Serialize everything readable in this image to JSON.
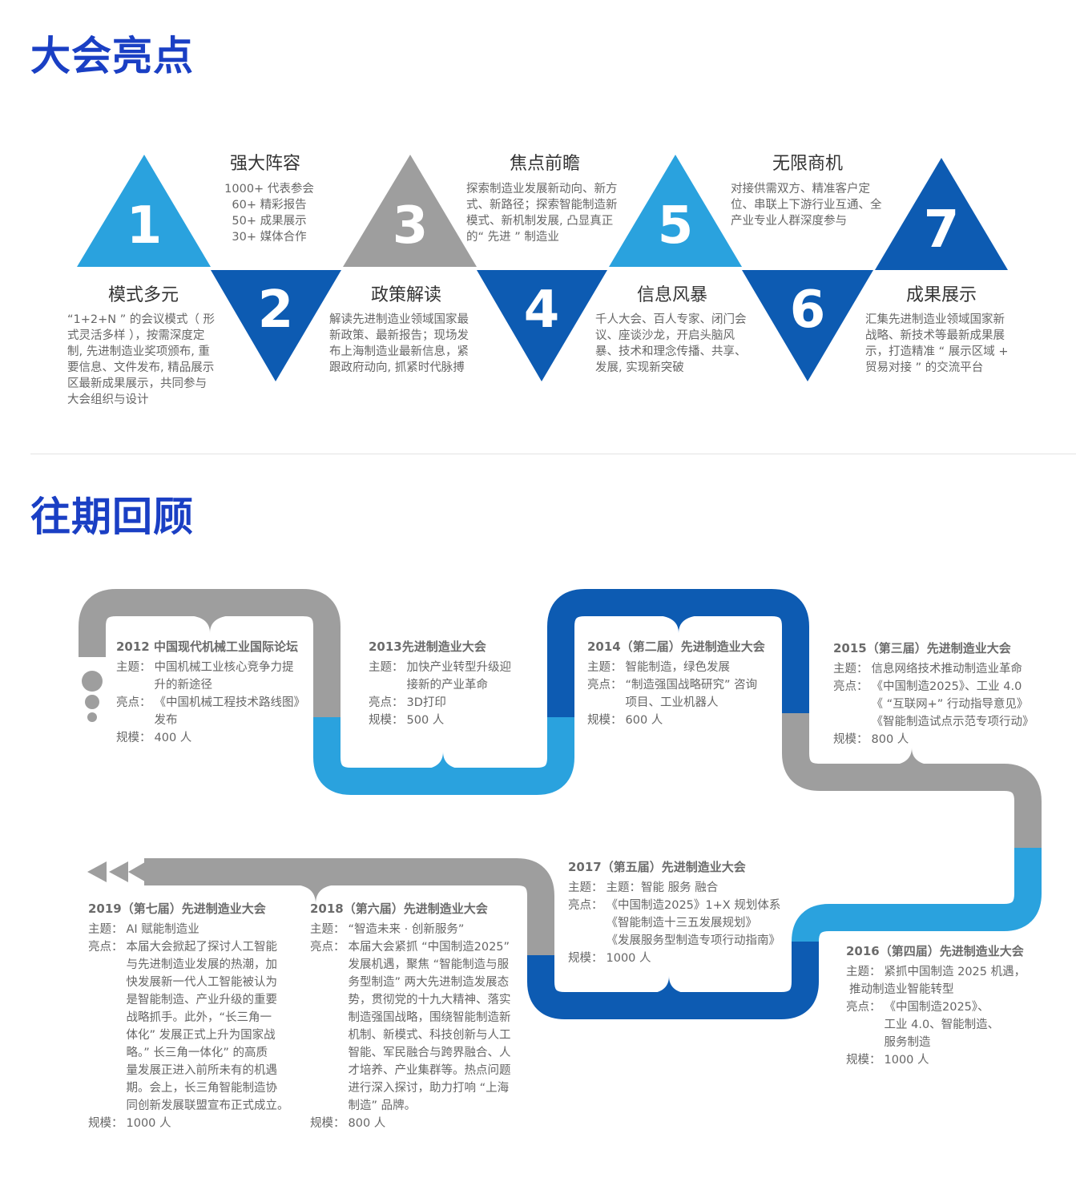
{
  "highlights": {
    "title": "大会亮点",
    "items": [
      {
        "num": "1",
        "title": "模式多元",
        "lines": [
          "“1+2+N ” 的会议模式（ 形",
          "式灵活多样 ），按需深度定",
          "制, 先进制造业奖项颁布, 重",
          "要信息、文件发布, 精品展示",
          "区最新成果展示，共同参与",
          "大会组织与设计"
        ]
      },
      {
        "num": "2",
        "title": "强大阵容",
        "lines": [
          "1000+ 代表参会",
          "60+ 精彩报告",
          "50+ 成果展示",
          "30+ 媒体合作"
        ]
      },
      {
        "num": "3",
        "title": "政策解读",
        "lines": [
          "解读先进制造业领域国家最",
          "新政策、最新报告；现场发",
          "布上海制造业最新信息，紧",
          "跟政府动向, 抓紧时代脉搏"
        ]
      },
      {
        "num": "4",
        "title": "焦点前瞻",
        "lines": [
          "探索制造业发展新动向、新方",
          "式、新路径；探索智能制造新",
          "模式、新机制发展, 凸显真正",
          "的“ 先进 ” 制造业"
        ]
      },
      {
        "num": "5",
        "title": "信息风暴",
        "lines": [
          "千人大会、百人专家、闭门会",
          "议、座谈沙龙，开启头脑风",
          "暴、技术和理念传播、共享、",
          "发展, 实现新突破"
        ]
      },
      {
        "num": "6",
        "title": "无限商机",
        "lines": [
          "对接供需双方、精准客户定",
          "位、串联上下游行业互通、全",
          "产业专业人群深度参与"
        ]
      },
      {
        "num": "7",
        "title": "成果展示",
        "lines": [
          "汇集先进制造业领域国家新",
          "战略、新技术等最新成果展",
          "示，打造精准 “ 展示区域 +",
          "贸易对接 ” 的交流平台"
        ]
      }
    ],
    "colors": {
      "light": "#2aa2de",
      "dark": "#0d5bb2",
      "gray": "#9e9e9e"
    }
  },
  "review": {
    "title": "往期回顾",
    "events": [
      {
        "id": "2012",
        "title": "2012 中国现代机械工业国际论坛",
        "rows": [
          {
            "k": "主题：",
            "v": [
              "中国机械工业核心竞争力提",
              "升的新途径"
            ]
          },
          {
            "k": "亮点：",
            "v": [
              "《中国机械工程技术路线图》",
              "发布"
            ]
          },
          {
            "k": "规模：",
            "v": [
              "400 人"
            ]
          }
        ]
      },
      {
        "id": "2013",
        "title": "2013先进制造业大会",
        "rows": [
          {
            "k": "主题：",
            "v": [
              "加快产业转型升级迎",
              "接新的产业革命"
            ]
          },
          {
            "k": "亮点：",
            "v": [
              "3D打印"
            ]
          },
          {
            "k": "规模：",
            "v": [
              "500 人"
            ]
          }
        ]
      },
      {
        "id": "2014",
        "title": "2014（第二届）先进制造业大会",
        "rows": [
          {
            "k": "主题：",
            "v": [
              "智能制造，绿色发展"
            ]
          },
          {
            "k": "亮点：",
            "v": [
              "“制造强国战略研究” 咨询",
              "项目、工业机器人"
            ]
          },
          {
            "k": "规模：",
            "v": [
              "600 人"
            ]
          }
        ]
      },
      {
        "id": "2015",
        "title": "2015（第三届）先进制造业大会",
        "rows": [
          {
            "k": "主题：",
            "v": [
              "信息网络技术推动制造业革命"
            ]
          },
          {
            "k": "亮点：",
            "v": [
              "《中国制造2025》、工业 4.0",
              "《 “互联网+” 行动指导意见》",
              "《智能制造试点示范专项行动》"
            ]
          },
          {
            "k": "规模：",
            "v": [
              "800 人"
            ]
          }
        ]
      },
      {
        "id": "2016",
        "title": "2016（第四届）先进制造业大会",
        "rows": [
          {
            "k": "主题：",
            "v": [
              "紧抓中国制造 2025 机遇，"
            ]
          },
          {
            "k": "",
            "v": [
              "推动制造业智能转型"
            ]
          },
          {
            "k": "亮点：",
            "v": [
              "《中国制造2025》、",
              "工业 4.0、智能制造、",
              "服务制造"
            ]
          },
          {
            "k": "规模：",
            "v": [
              "1000 人"
            ]
          }
        ]
      },
      {
        "id": "2017",
        "title": "2017（第五届）先进制造业大会",
        "rows": [
          {
            "k": "主题：",
            "v": [
              "主题：智能 服务 融合"
            ]
          },
          {
            "k": "亮点：",
            "v": [
              "《中国制造2025》1+X 规划体系",
              "《智能制造十三五发展规划》",
              "《发展服务型制造专项行动指南》"
            ]
          },
          {
            "k": "规模：",
            "v": [
              "1000 人"
            ]
          }
        ]
      },
      {
        "id": "2018",
        "title": "2018（第六届）先进制造业大会",
        "rows": [
          {
            "k": "主题：",
            "v": [
              "“智造未来 · 创新服务”"
            ]
          },
          {
            "k": "亮点：",
            "v": [
              "本届大会紧抓 “中国制造2025”",
              "发展机遇，聚焦 “智能制造与服",
              "务型制造” 两大先进制造发展态",
              "势，贯彻党的十九大精神、落实",
              "制造强国战略，围绕智能制造新",
              "机制、新模式、科技创新与人工",
              "智能、军民融合与跨界融合、人",
              "才培养、产业集群等。热点问题",
              "进行深入探讨，助力打响 “上海",
              "制造” 品牌。"
            ]
          },
          {
            "k": "规模：",
            "v": [
              "800 人"
            ]
          }
        ]
      },
      {
        "id": "2019",
        "title": "2019（第七届）先进制造业大会",
        "rows": [
          {
            "k": "主题：",
            "v": [
              "AI 赋能制造业"
            ]
          },
          {
            "k": "亮点：",
            "v": [
              "本届大会掀起了探讨人工智能",
              "与先进制造业发展的热潮，加",
              "快发展新一代人工智能被认为",
              "是智能制造、产业升级的重要",
              "战略抓手。此外，“长三角一",
              "体化” 发展正式上升为国家战",
              "略。” 长三角一体化” 的高质",
              "量发展正进入前所未有的机遇",
              "期。会上，长三角智能制造协",
              "同创新发展联盟宣布正式成立。"
            ]
          },
          {
            "k": "规模：",
            "v": [
              "1000 人"
            ]
          }
        ]
      }
    ],
    "colors": {
      "light": "#2aa2de",
      "dark": "#0d5bb2",
      "gray": "#9e9e9e"
    }
  }
}
